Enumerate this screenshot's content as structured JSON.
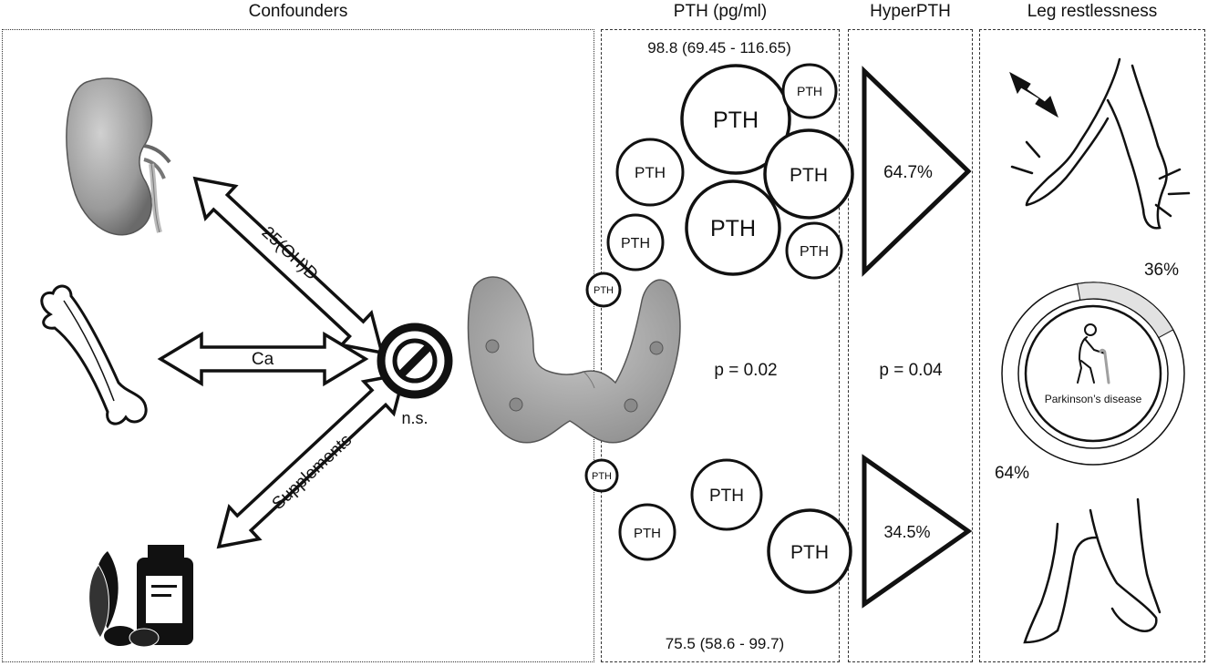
{
  "headers": {
    "confounders": "Confounders",
    "pth": "PTH (pg/ml)",
    "hyperpth": "HyperPTH",
    "leg": "Leg restlessness"
  },
  "confounders": {
    "arrow_vitd": "25(OH)D",
    "arrow_ca": "Ca",
    "arrow_supp": "Supplements",
    "ns": "n.s."
  },
  "pth": {
    "circle_label": "PTH",
    "top_value": "98.8 (69.45 - 116.65)",
    "bottom_value": "75.5 (58.6 - 99.7)",
    "p_value": "p = 0.02"
  },
  "hyperpth": {
    "top_percent": "64.7%",
    "bottom_percent": "34.5%",
    "p_value": "p = 0.04"
  },
  "leg": {
    "donut_top_percent": "36%",
    "donut_bottom_percent": "64%",
    "donut_center_label": "Parkinson’s disease",
    "donut_share": 0.36
  }
}
